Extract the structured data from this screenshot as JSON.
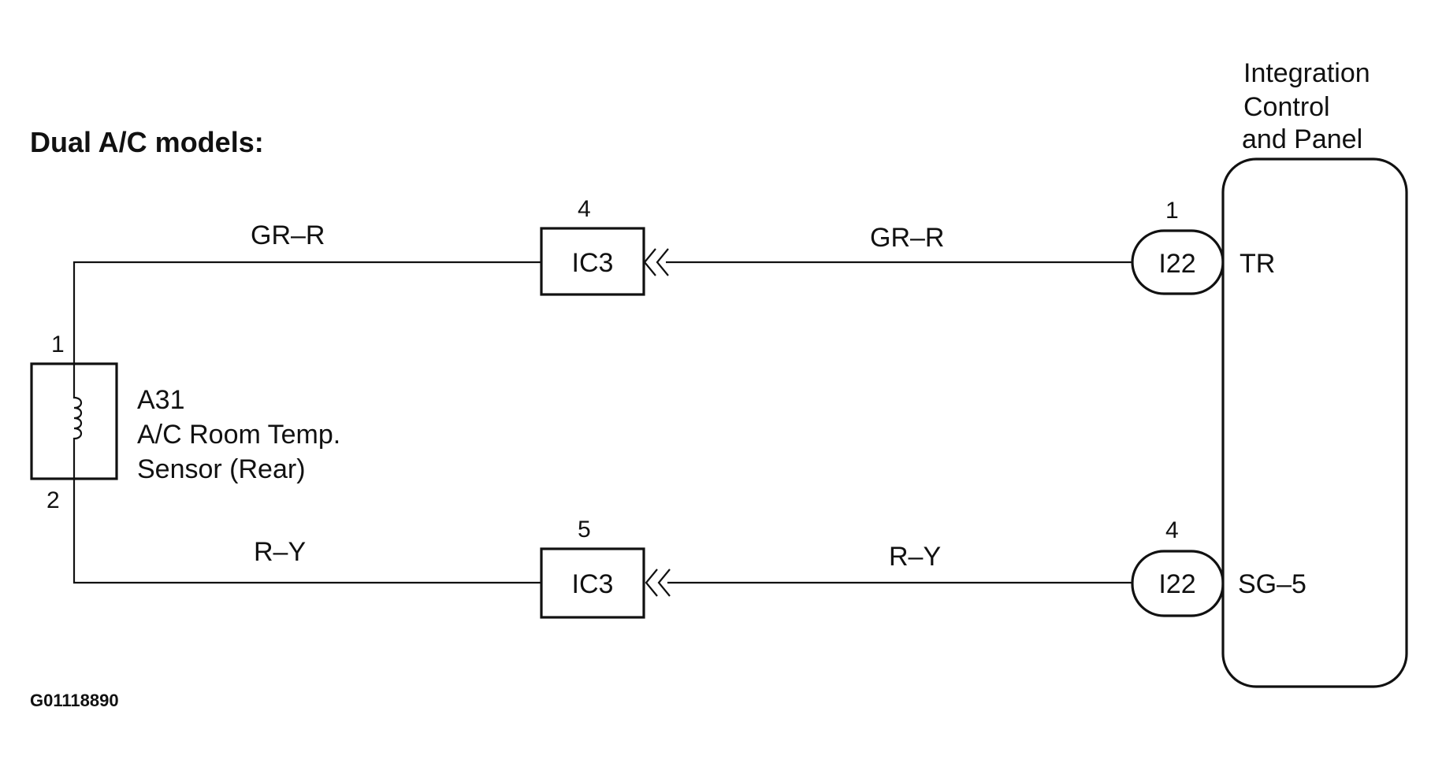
{
  "heading": "Dual A/C models:",
  "figure_id": "G01118890",
  "sensor": {
    "code": "A31",
    "name_line1": "A/C Room Temp.",
    "name_line2": "Sensor (Rear)",
    "pin_top": "1",
    "pin_bottom": "2"
  },
  "panel": {
    "title_line1": "Integration",
    "title_line2": "Control",
    "title_line3": "and Panel",
    "terminal_top": "TR",
    "terminal_bottom": "SG–5"
  },
  "circuits": [
    {
      "wire_left": "GR–R",
      "wire_right": "GR–R",
      "junction_code": "IC3",
      "junction_pin": "4",
      "connector_code": "I22",
      "connector_pin": "1"
    },
    {
      "wire_left": "R–Y",
      "wire_right": "R–Y",
      "junction_code": "IC3",
      "junction_pin": "5",
      "connector_code": "I22",
      "connector_pin": "4"
    }
  ]
}
